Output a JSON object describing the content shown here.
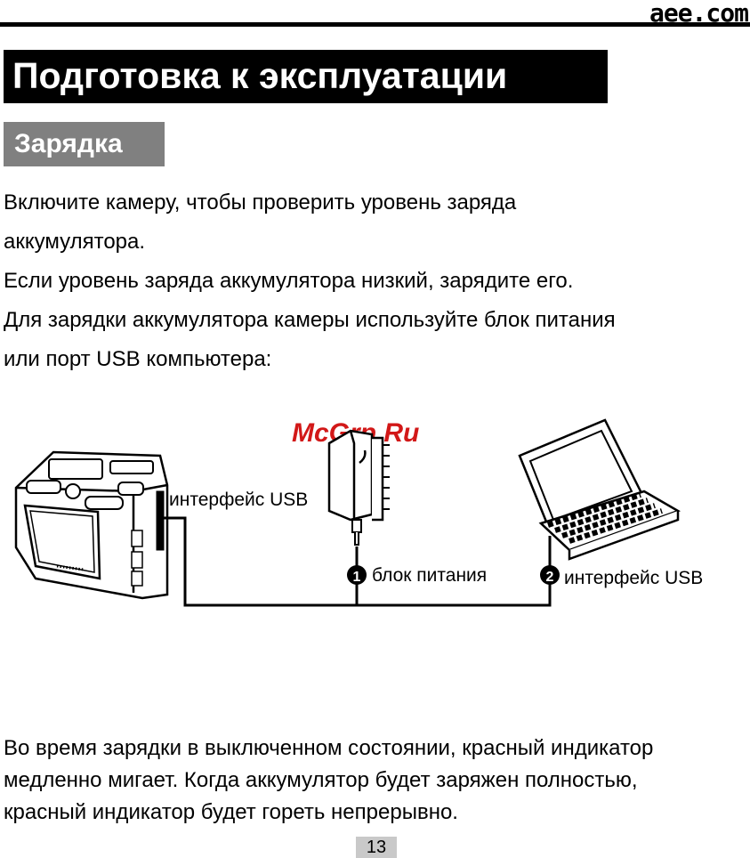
{
  "brand": "aee.com",
  "title": "Подготовка к эксплуатации",
  "section": "Зарядка",
  "paragraph1": [
    "Включите камеру, чтобы проверить уровень заряда",
    "аккумулятора.",
    "Если уровень заряда аккумулятора низкий, зарядите его.",
    "Для зарядки аккумулятора камеры используйте блок питания",
    "или порт USB компьютера:"
  ],
  "diagram": {
    "watermark": "McGrp.Ru",
    "label_camera_usb": "интерфейс USB",
    "badge1": "1",
    "label_adapter": "блок питания",
    "badge2": "2",
    "label_pc_usb": "интерфейс USB"
  },
  "paragraph2": [
    "Во время зарядки в выключенном состоянии, красный индикатор",
    "медленно мигает. Когда аккумулятор будет заряжен полностью,",
    "красный индикатор будет гореть непрерывно."
  ],
  "page_number": "13"
}
